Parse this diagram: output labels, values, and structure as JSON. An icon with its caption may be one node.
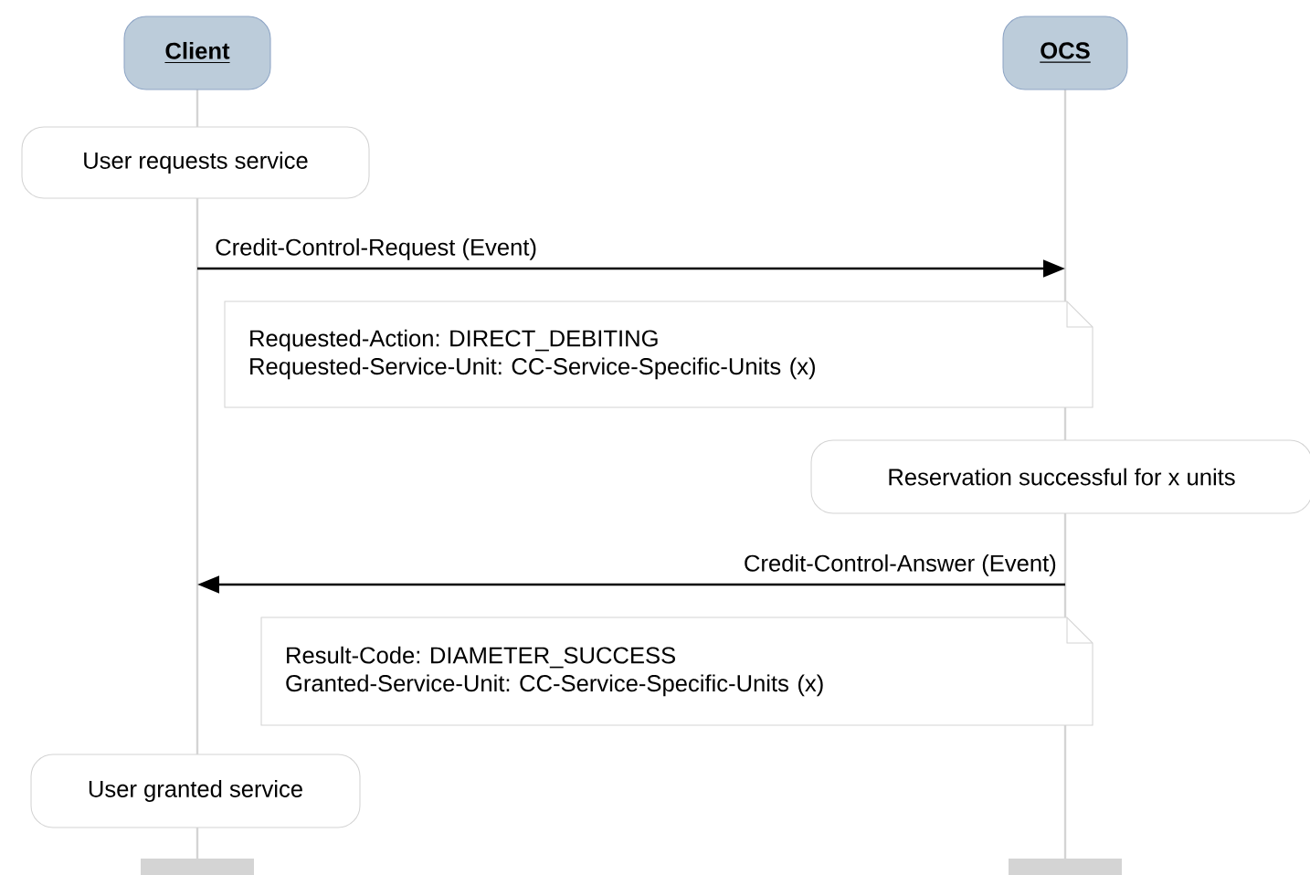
{
  "diagram": {
    "nodes": [
      {
        "text": [
          "Client"
        ]
      },
      {
        "text": [
          "OCS"
        ]
      },
      {
        "text": [
          "User requests service"
        ]
      },
      {
        "text": [
          "Reservation successful for x units"
        ]
      },
      {
        "text": [
          "User granted service"
        ]
      },
      {
        "text": [
          "Requested-Action: DIRECT_DEBITING",
          "Requested-Service-Unit: CC-Service-Specific-Units (x)"
        ]
      },
      {
        "text": [
          "Result-Code: DIAMETER_SUCCESS",
          "Granted-Service-Unit: CC-Service-Specific-Units (x)"
        ]
      }
    ],
    "edges": [
      {
        "from": 0,
        "to": 1,
        "arrow": "to",
        "label": "Credit-Control-Request (Event)"
      },
      {
        "from": 1,
        "to": 0,
        "arrow": "to",
        "label": "Credit-Control-Answer (Event)"
      }
    ]
  }
}
